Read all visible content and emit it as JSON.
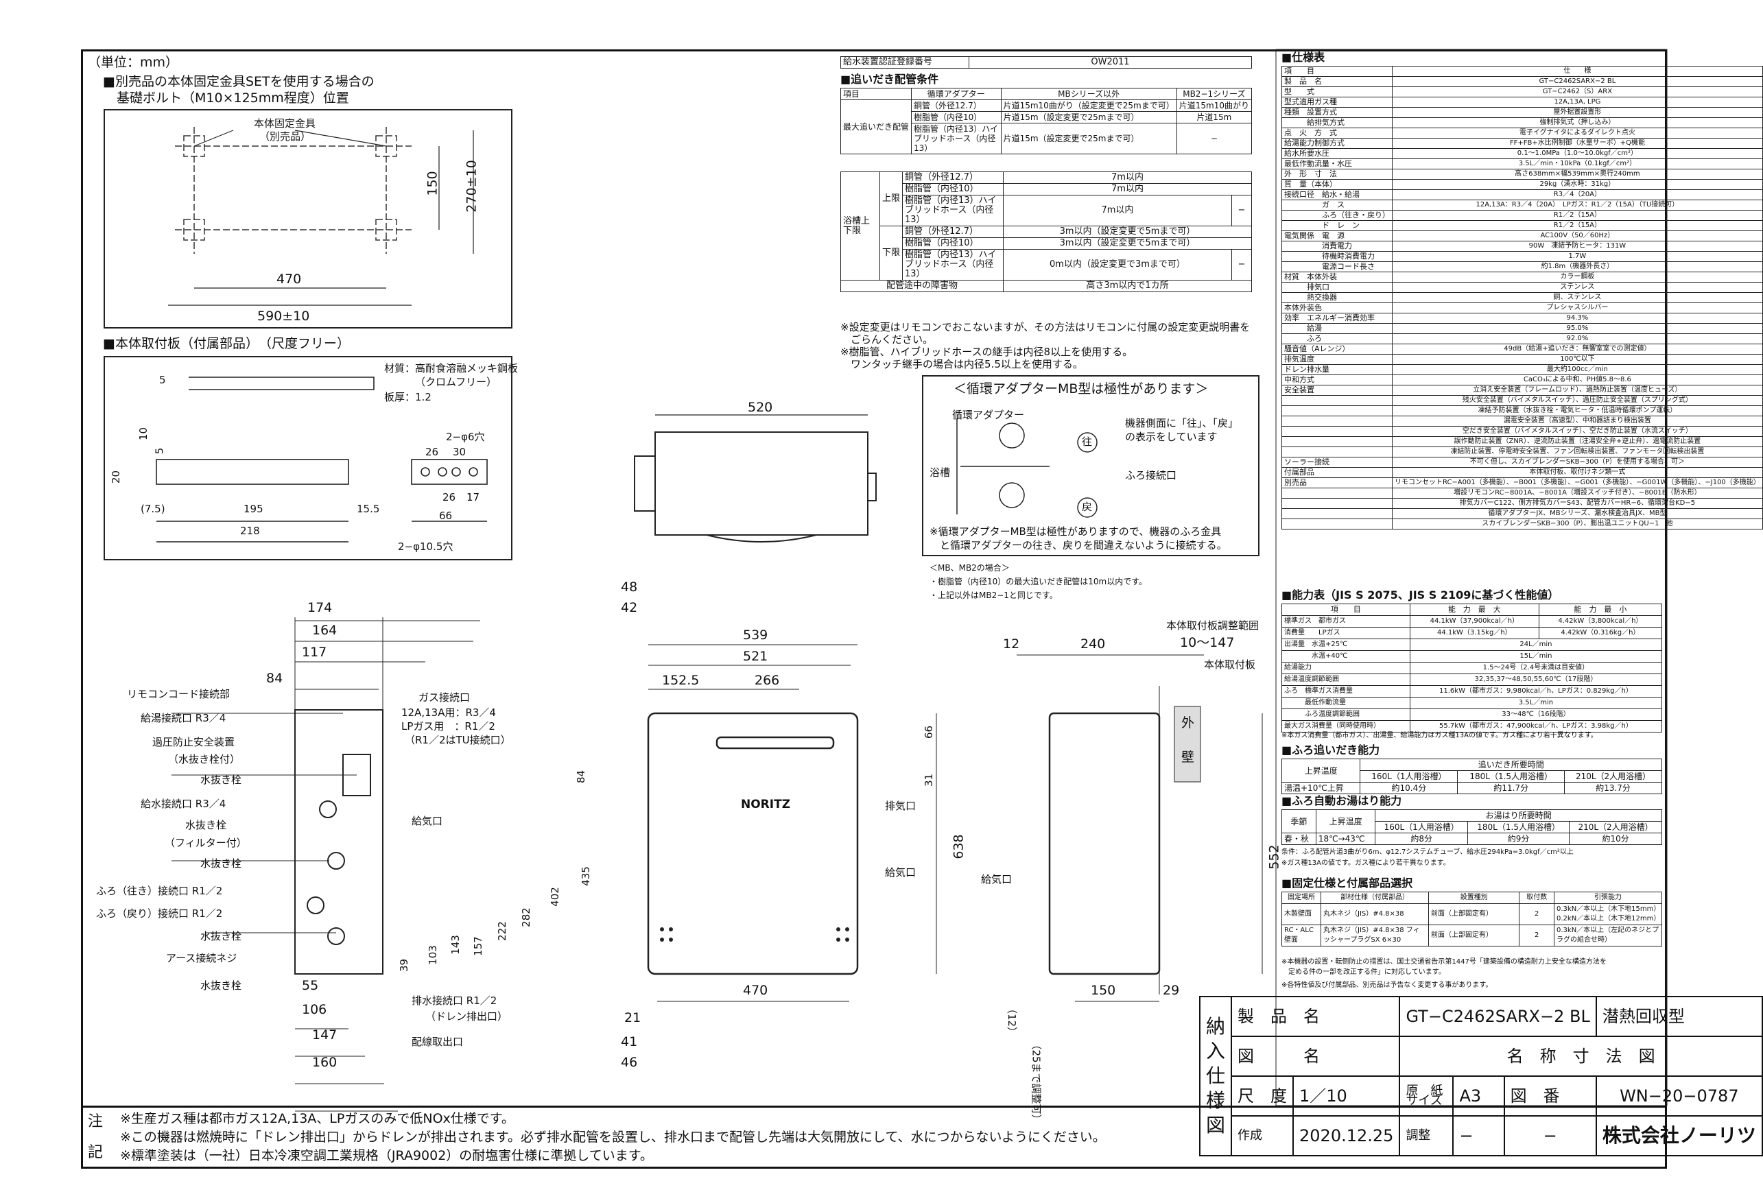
{
  "unit_label": "（単位：mm）",
  "fixing_section": {
    "title_line1": "■別売品の本体固定金具SETを使用する場合の",
    "title_line2": "基礎ボルト（M10×125mm程度）位置",
    "bracket_label1": "本体固定金具",
    "bracket_label2": "（別売品）",
    "dim_470": "470",
    "dim_590": "590±10",
    "dim_150": "150",
    "dim_270": "270±10"
  },
  "plate_section": {
    "title": "■本体取付板（付属部品）　（尺度フリー）",
    "material1": "材質：高耐食溶融メッキ鋼板",
    "material2": "（クロムフリー）",
    "thickness": "板厚：1.2",
    "hole6": "2−φ6穴",
    "hole10": "2−φ10.5穴",
    "dims": [
      "5",
      "10",
      "5",
      "20",
      "(7.5)",
      "195",
      "15.5",
      "218",
      "26",
      "30",
      "26",
      "17",
      "66"
    ]
  },
  "cert": {
    "label": "給水装置認証登録番号",
    "value": "OW2011"
  },
  "oidaki": {
    "title": "■追いだき配管条件",
    "head_adapter": "循環アダプター",
    "head_item": "項目",
    "head_mb": "MBシリーズ以外",
    "head_mb2": "MB2−1シリーズ",
    "max_label": "最大追いだき配管",
    "rows1": [
      [
        "銅管（外径12.7）",
        "片道15m10曲がり（設定変更で25mまで可）",
        "片道15m10曲がり"
      ],
      [
        "樹脂管（内径10）",
        "片道15m（設定変更で25mまで可）",
        "片道15m"
      ],
      [
        "樹脂管（内径13）ハイブリッドホース（内径13）",
        "片道15m（設定変更で25mまで可）",
        "−"
      ]
    ],
    "tank_label": "浴槽上下限",
    "upper": "上限",
    "lower": "下限",
    "rows2": [
      [
        "銅管（外径12.7）",
        "7m以内",
        ""
      ],
      [
        "樹脂管（内径10）",
        "7m以内",
        ""
      ],
      [
        "樹脂管（内径13）ハイブリッドホース（内径13）",
        "7m以内",
        "−"
      ],
      [
        "銅管（外径12.7）",
        "3m以内（設定変更で5mまで可）",
        ""
      ],
      [
        "樹脂管（内径10）",
        "3m以内（設定変更で5mまで可）",
        ""
      ],
      [
        "樹脂管（内径13）ハイブリッドホース（内径13）",
        "0m以内（設定変更で3mまで可）",
        "−"
      ]
    ],
    "obstacle": [
      "配管途中の障害物",
      "高さ3m以内で1カ所"
    ],
    "notes": [
      "※設定変更はリモコンでおこないますが、その方法はリモコンに付属の設定変更説明書を",
      "　ごらんください。",
      "※樹脂管、ハイブリッドホースの継手は内径8以上を使用する。",
      "　ワンタッチ継手の場合は内径5.5以上を使用する。"
    ]
  },
  "polarity": {
    "title": "＜循環アダプターMB型は極性があります＞",
    "adapter": "循環アダプター",
    "tub": "浴槽",
    "side1": "機器側面に「往」、「戻」",
    "side2": "の表示をしています",
    "furo": "ふろ接続口",
    "ou": "往",
    "modo": "戻",
    "note1": "※循環アダプターMB型は極性がありますので、機器のふろ金具",
    "note2": "　と循環アダプターの往き、戻りを間違えないように接続する。",
    "mb_title": "＜MB、MB2の場合＞",
    "mb1": "・樹脂管（内径10）の最大追いだき配管は10m以内です。",
    "mb2": "・上記以外はMB2−1と同じです。"
  },
  "top_view": {
    "dim": "520"
  },
  "front_left": {
    "dims_top": [
      "174",
      "164",
      "117",
      "84"
    ],
    "labels": [
      "リモコンコード接続部",
      "給湯接続口 R3／4",
      "過圧防止安全装置",
      "（水抜き栓付）",
      "水抜き栓",
      "給水接続口 R3／4",
      "水抜き栓",
      "（フィルター付）",
      "水抜き栓",
      "ふろ（往き）接続口 R1／2",
      "ふろ（戻り）接続口 R1／2",
      "水抜き栓",
      "アース接続ネジ",
      "水抜き栓"
    ],
    "gas1": "ガス接続口",
    "gas2": "12A,13A用：R3／4",
    "gas3": "LPガス用　：R1／2",
    "gas4": "（R1／2はTU接続口）",
    "air": "給気口",
    "drain1": "排水接続口 R1／2",
    "drain2": "（ドレン排出口）",
    "wire": "配線取出口",
    "vdims": [
      "84",
      "435",
      "402",
      "282",
      "222",
      "157",
      "143",
      "103",
      "39"
    ],
    "bdims": [
      "55",
      "106",
      "147",
      "160"
    ]
  },
  "front_main": {
    "dims_top": [
      "539",
      "521",
      "152.5",
      "266"
    ],
    "dims_left": [
      "48",
      "42",
      "21",
      "41",
      "46"
    ],
    "dims_right": [
      "66",
      "31",
      "638"
    ],
    "bottom": "470",
    "brand": "NORITZ",
    "exhaust": "排気口",
    "air": "給気口"
  },
  "side_view": {
    "dims_top": [
      "12",
      "240"
    ],
    "range_title": "本体取付板調整範囲",
    "range": "10〜147",
    "plate": "本体取付板",
    "wall1": "外",
    "wall2": "壁",
    "air": "給気口",
    "h552": "552",
    "bottom": [
      "150",
      "29"
    ],
    "adj1": "（12）",
    "adj2": "（25まで調整可）"
  },
  "spec": {
    "title": "■仕様表",
    "rows": [
      [
        "項　　目",
        "仕　　様"
      ],
      [
        "製　品　名",
        "GT−C2462SARX−2 BL"
      ],
      [
        "型　　式",
        "GT−C2462（S）ARX"
      ],
      [
        "型式適用ガス種",
        "12A,13A, LPG"
      ],
      [
        "種類　設置方式",
        "屋外据置設置形"
      ],
      [
        "　　　給排気方式",
        "強制排気式（押し込み）"
      ],
      [
        "点　火　方　式",
        "電子イグナイタによるダイレクト点火"
      ],
      [
        "給湯能力制御方式",
        "FF+FB+水比例制御（水量サーボ）+Q機能"
      ],
      [
        "給水所要水圧",
        "0.1〜1.0MPa（1.0〜10.0kgf／cm²）"
      ],
      [
        "最低作動流量・水圧",
        "3.5L／min・10kPa（0.1kgf／cm²）"
      ],
      [
        "外　形　寸　法",
        "高さ638mm×幅539mm×奥行240mm"
      ],
      [
        "質　量（本体）",
        "29kg（満水時：31kg）"
      ],
      [
        "接続口径　給水・給湯",
        "R3／4（20A）"
      ],
      [
        "　　　　　ガ　ス",
        "12A,13A：R3／4（20A）　LPガス：R1／2（15A）（TU接続可）"
      ],
      [
        "　　　　　ふろ（往き・戻り）",
        "R1／2（15A）"
      ],
      [
        "　　　　　ド　レ　ン",
        "R1／2（15A）"
      ],
      [
        "電気関係　電　源",
        "AC100V（50／60Hz）"
      ],
      [
        "　　　　　消費電力",
        "90W　凍結予防ヒータ：131W"
      ],
      [
        "　　　　　待機時消費電力",
        "1.7W"
      ],
      [
        "　　　　　電源コード長さ",
        "約1.8m（機器外長さ）"
      ],
      [
        "材質　本体外装",
        "カラー鋼板"
      ],
      [
        "　　　排気口",
        "ステンレス"
      ],
      [
        "　　　熱交換器",
        "銅、ステンレス"
      ],
      [
        "本体外装色",
        "プレシャスシルバー"
      ],
      [
        "効率　エネルギー消費効率",
        "94.3%"
      ],
      [
        "　　　給湯",
        "95.0%"
      ],
      [
        "　　　ふろ",
        "92.0%"
      ],
      [
        "騒音値（Aレンジ）",
        "49dB（給湯+追いだき：無響室室での測定値）"
      ],
      [
        "排気温度",
        "100℃以下"
      ],
      [
        "ドレン排水量",
        "最大約100cc／min"
      ],
      [
        "中和方式",
        "CaCO₃による中和、PH値5.8〜8.6"
      ],
      [
        "安全装置",
        "立消え安全装置（フレームロッド）、過熱防止装置（温度ヒューズ）"
      ],
      [
        "",
        "残火安全装置（バイメタルスイッチ）、過圧防止安全装置（スプリング式）"
      ],
      [
        "",
        "凍結予防装置（水抜き栓・電気ヒータ・低温時循環ポンプ運転）"
      ],
      [
        "",
        "漏電安全装置（高速型）、中和器詰まり検出装置"
      ],
      [
        "",
        "空だき安全装置（バイメタルスイッチ）、空だき防止装置（水流スイッチ）"
      ],
      [
        "",
        "誤作動防止装置（ZNR）、逆流防止装置（注湯安全弁+逆止弁）、過電流防止装置"
      ],
      [
        "",
        "凍結防止装置、停電時安全装置、ファン回転検出装置、ファンモータ回転検出装置"
      ],
      [
        "ソーラー接続",
        "不可く但し、スカイブレンダーSKB−300（P）を使用する場合、可＞"
      ],
      [
        "付属部品",
        "本体取付板、取付けネジ類一式"
      ],
      [
        "別売品",
        "リモコンセットRC−A001（多機能）、−B001（多機能）、−G001（多機能）、−G001W（多機能）、−J100（多機能）"
      ],
      [
        "",
        "増設リモコンRC−8001A、−8001A（増設スイッチ付き）、−8001B（防水形）"
      ],
      [
        "",
        "排気カバーC122、側方排気カバーS43、配管カバーHR−6、循環架台KD−5"
      ],
      [
        "",
        "循環アダプターJX、MBシリーズ、漏水検査治具JX、MB型"
      ],
      [
        "",
        "スカイブレンダーSKB−300（P）、膨出温ユニットQU−1　他"
      ]
    ]
  },
  "capacity": {
    "title": "■能力表（JIS S 2075、JIS S 2109に基づく性能値）",
    "head": [
      "項　　目",
      "能　力　最　大",
      "能　力　最　小"
    ],
    "rows": [
      [
        "標準ガス　都市ガス",
        "44.1kW（37,900kcal／h）",
        "4.42kW（3,800kcal／h）"
      ],
      [
        "消費量　　LPガス",
        "44.1kW（3.15kg／h）",
        "4.42kW（0.316kg／h）"
      ],
      [
        "出湯量　水温+25℃",
        "24L／min",
        ""
      ],
      [
        "　　　　水温+40℃",
        "15L／min",
        ""
      ],
      [
        "給湯能力",
        "1.5〜24号（2.4号未満は目安値）",
        ""
      ],
      [
        "給湯温度調節範囲",
        "32,35,37〜48,50,55,60℃（17段階）",
        ""
      ],
      [
        "ふろ　標準ガス消費量",
        "11.6kW（都市ガス：9,980kcal／h、LPガス：0.829kg／h）",
        ""
      ],
      [
        "　　　最低作動流量",
        "3.5L／min",
        ""
      ],
      [
        "　　　ふろ温度調節範囲",
        "33〜48℃（16段階）",
        ""
      ],
      [
        "最大ガス消費量（同時使用時）",
        "55.7kW（都市ガス：47,900kcal／h、LPガス：3.98kg／h）",
        ""
      ]
    ],
    "note": "※本ガス消費量（都市ガス）、出湯量、給湯能力はガス種13Aの値です。ガス種により若干異なります。"
  },
  "furo_oidaki": {
    "title": "■ふろ追いだき能力",
    "head": [
      "上昇温度",
      "追いだき所要時間"
    ],
    "sub": [
      "160L（1人用浴槽）",
      "180L（1.5人用浴槽）",
      "210L（2人用浴槽）"
    ],
    "row": [
      "湯温+10℃上昇",
      "約10.4分",
      "約11.7分",
      "約13.7分"
    ]
  },
  "furo_auto": {
    "title": "■ふろ自動お湯はり能力",
    "head": [
      "季節",
      "上昇温度",
      "お湯はり所要時間"
    ],
    "sub": [
      "160L（1人用浴槽）",
      "180L（1.5人用浴槽）",
      "210L（2人用浴槽）"
    ],
    "row": [
      "春・秋",
      "18℃→43℃",
      "約8分",
      "約9分",
      "約10分"
    ],
    "note1": "条件：ふろ配管片道3曲がり6m、φ12.7システムチューブ、給水圧294kPa=3.0kgf／cm²以上",
    "note2": "※ガス種13Aの値です。ガス種により若干異なります。"
  },
  "fix_spec": {
    "title": "■固定仕様と付属部品選択",
    "head": [
      "固定場所",
      "部材仕様（付属部品）",
      "設置種別",
      "取付数",
      "引張能力"
    ],
    "rows": [
      [
        "木製壁面",
        "丸木ネジ（JIS）#4.8×38",
        "前面（上部固定有）",
        "2",
        "0.3kN／本以上（木下地15mm）0.2kN／本以上（木下地12mm）"
      ],
      [
        "RC・ALC壁面",
        "丸木ネジ（JIS）#4.8×38 フィッシャープラグSX 6×30",
        "前面（上部固定有）",
        "2",
        "0.3kN／本以上（左記のネジとプラグの組合せ時）"
      ]
    ],
    "note1": "※本機器の設置・転倒防止の措置は、国土交通省告示第1447号「建築設備の構造耐力上安全な構造方法を",
    "note2": "　定める件の一部を改正する件」に対応しています。",
    "note3": "※各特性値及び付属部品、別売品は予告なく変更する事があります。"
  },
  "title_block": {
    "vertical": [
      "納",
      "入",
      "仕",
      "様",
      "図"
    ],
    "product_label": "製　品　名",
    "product": "GT−C2462SARX−2 BL",
    "product_type": "潜熱回収型",
    "drawing_label": "図　　　名",
    "drawing": "名　称　寸　法　図",
    "scale_label": "尺　度",
    "scale": "1／10",
    "paper_label": "原　紙サイズ",
    "paper": "A3",
    "drawno_label": "図　番",
    "drawno": "WN−20−0787",
    "made_label": "作成",
    "made": "2020.12.25",
    "adjust_label": "調整",
    "adjust": "−",
    "dash": "−",
    "company": "株式会社ノーリツ"
  },
  "notes": {
    "label1": "注",
    "label2": "記",
    "lines": [
      "※生産ガス種は都市ガス12A,13A、LPガスのみで低NOx仕様です。",
      "※この機器は燃焼時に「ドレン排出口」からドレンが排出されます。必ず排水配管を設置し、排水口まで配管し先端は大気開放にして、水につからないようにください。",
      "※標準塗装は（一社）日本冷凍空調工業規格（JRA9002）の耐塩害仕様に準拠しています。"
    ]
  }
}
